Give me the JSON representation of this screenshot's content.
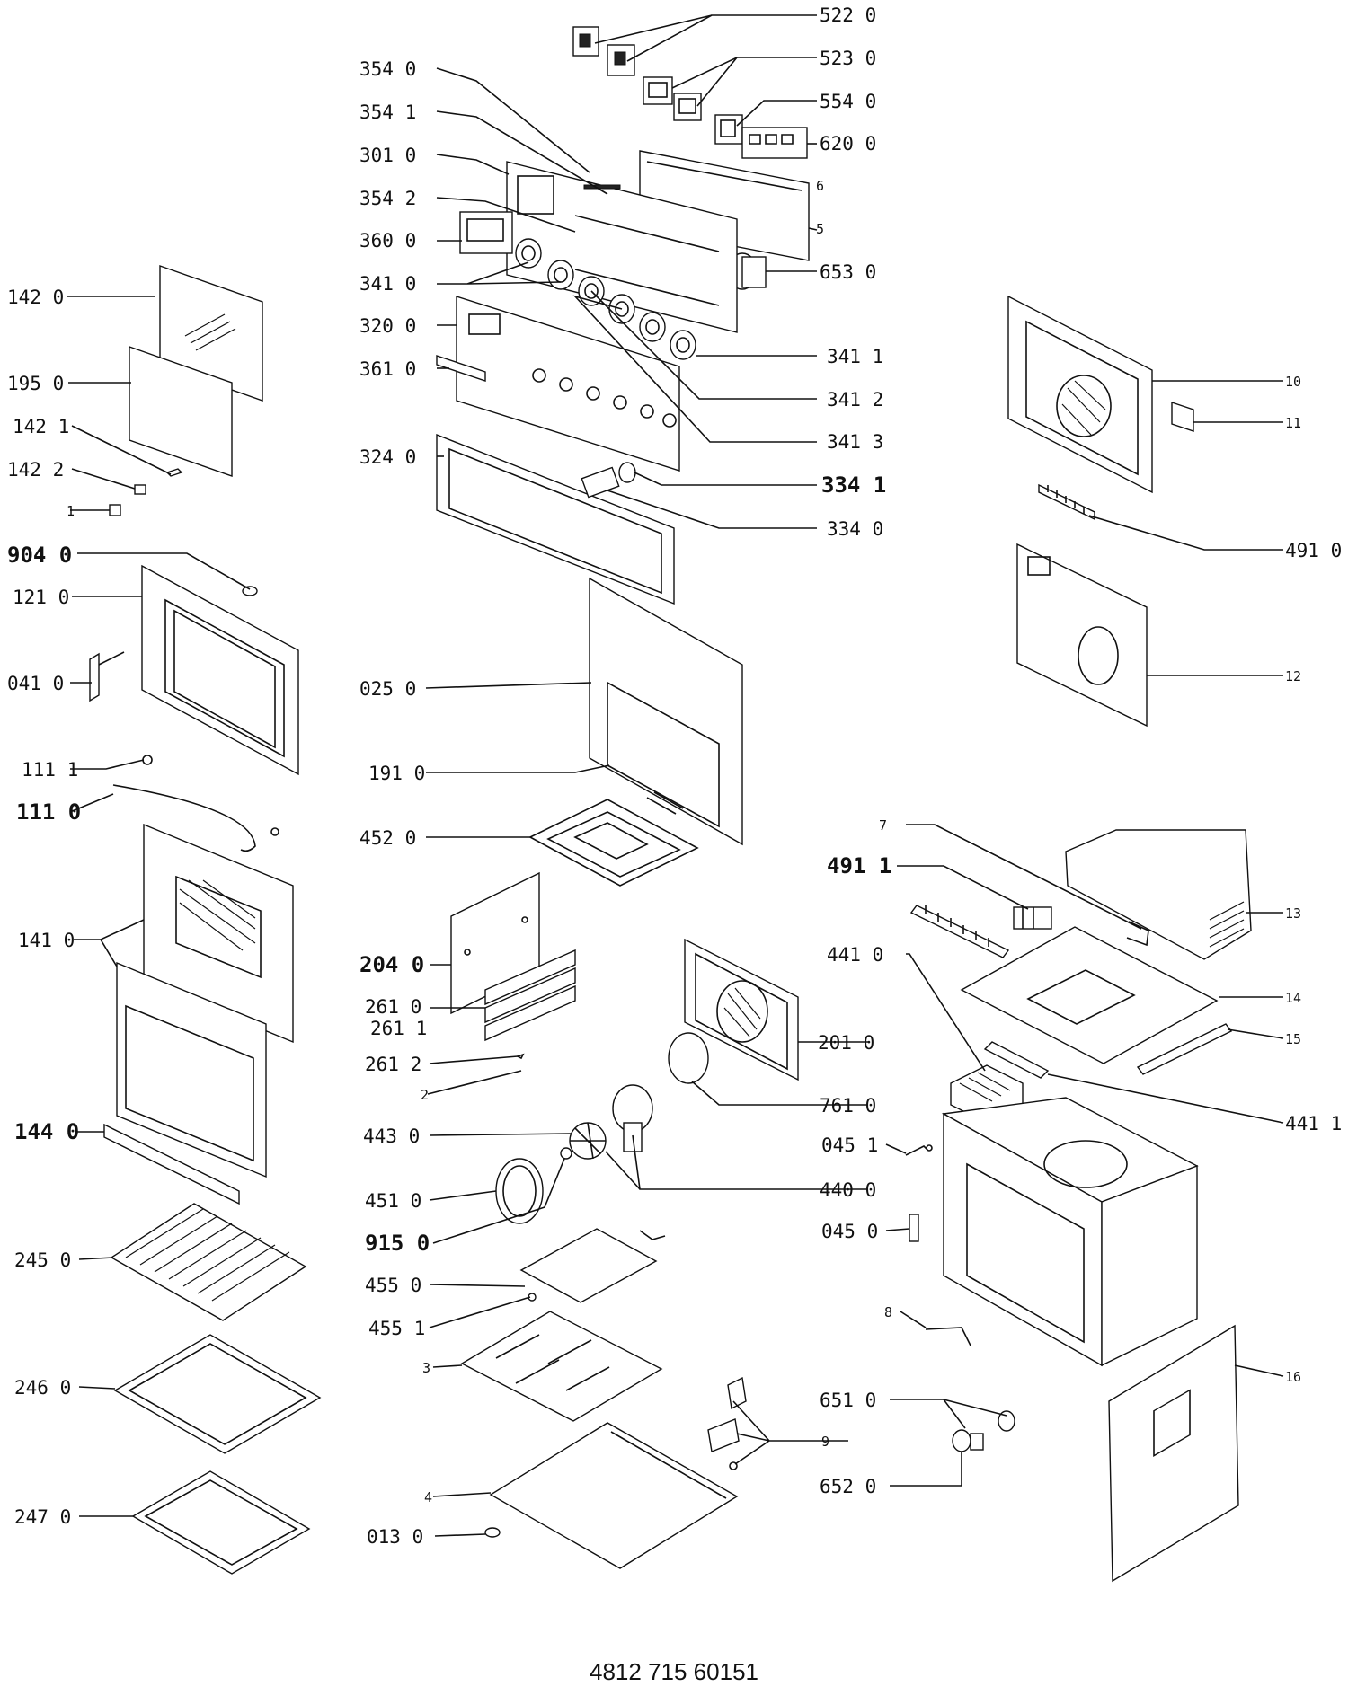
{
  "callouts": {
    "c522_0": "522 0",
    "c523_0": "523 0",
    "c554_0": "554 0",
    "c620_0": "620 0",
    "c6": "6",
    "c5": "5",
    "c653_0": "653 0",
    "c354_0": "354 0",
    "c354_1": "354 1",
    "c301_0": "301 0",
    "c354_2": "354 2",
    "c360_0": "360 0",
    "c341_0": "341 0",
    "c320_0": "320 0",
    "c361_0": "361 0",
    "c341_1": "341 1",
    "c341_2": "341 2",
    "c341_3": "341 3",
    "c324_0": "324 0",
    "c334_1": "334 1",
    "c334_0": "334 0",
    "c142_0": "142 0",
    "c195_0": "195 0",
    "c142_1": "142 1",
    "c142_2": "142 2",
    "c1": "1",
    "c904_0": "904 0",
    "c121_0": "121 0",
    "c041_0": "041 0",
    "c111_1": "111 1",
    "c111_0": "111 0",
    "c141_0": "141 0",
    "c144_0": "144 0",
    "c245_0": "245 0",
    "c246_0": "246 0",
    "c247_0": "247 0",
    "c025_0": "025 0",
    "c191_0": "191 0",
    "c452_0": "452 0",
    "c204_0": "204 0",
    "c261_0": "261 0",
    "c261_1": "261 1",
    "c261_2": "261 2",
    "c2": "2",
    "c443_0": "443 0",
    "c451_0": "451 0",
    "c915_0": "915 0",
    "c455_0": "455 0",
    "c455_1": "455 1",
    "c3": "3",
    "c4": "4",
    "c013_0": "013 0",
    "c201_0": "201 0",
    "c761_0": "761 0",
    "c440_0": "440 0",
    "c9": "9",
    "c651_0": "651 0",
    "c652_0": "652 0",
    "c10": "10",
    "c11": "11",
    "c491_0": "491 0",
    "c12": "12",
    "c7": "7",
    "c491_1": "491 1",
    "c13": "13",
    "c441_0": "441 0",
    "c14": "14",
    "c15": "15",
    "c441_1": "441 1",
    "c045_1": "045 1",
    "c045_0": "045 0",
    "c8": "8",
    "c16": "16"
  },
  "footer": {
    "drawing_number": "4812 715 60151"
  }
}
